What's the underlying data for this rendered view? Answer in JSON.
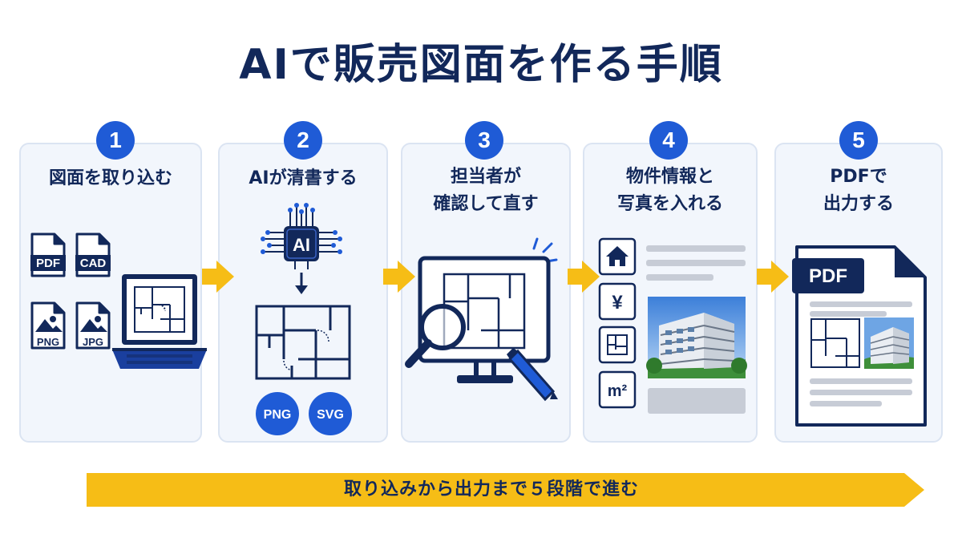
{
  "title": "AIで販売図面を作る手順",
  "steps": [
    {
      "number": "1",
      "label": "図面を取り込む",
      "file_types": [
        "PDF",
        "CAD",
        "PNG",
        "JPG"
      ]
    },
    {
      "number": "2",
      "label": "AIが清書する",
      "chip": "AI",
      "outputs": [
        "PNG",
        "SVG"
      ]
    },
    {
      "number": "3",
      "label": "担当者が\n確認して直す"
    },
    {
      "number": "4",
      "label": "物件情報と\n写真を入れる",
      "icons": [
        "house-icon",
        "yen-icon",
        "floorplan-icon",
        "square-meter-icon"
      ],
      "icon_texts": {
        "yen": "¥",
        "area": "m²"
      }
    },
    {
      "number": "5",
      "label": "PDFで\n出力する",
      "doc_badge": "PDF"
    }
  ],
  "footer": "取り込みから出力まで５段階で進む",
  "colors": {
    "navy": "#12285a",
    "blue": "#1f5bd6",
    "yellow": "#f6bd16",
    "card_bg": "#f2f6fc",
    "card_border": "#dbe4f2"
  }
}
